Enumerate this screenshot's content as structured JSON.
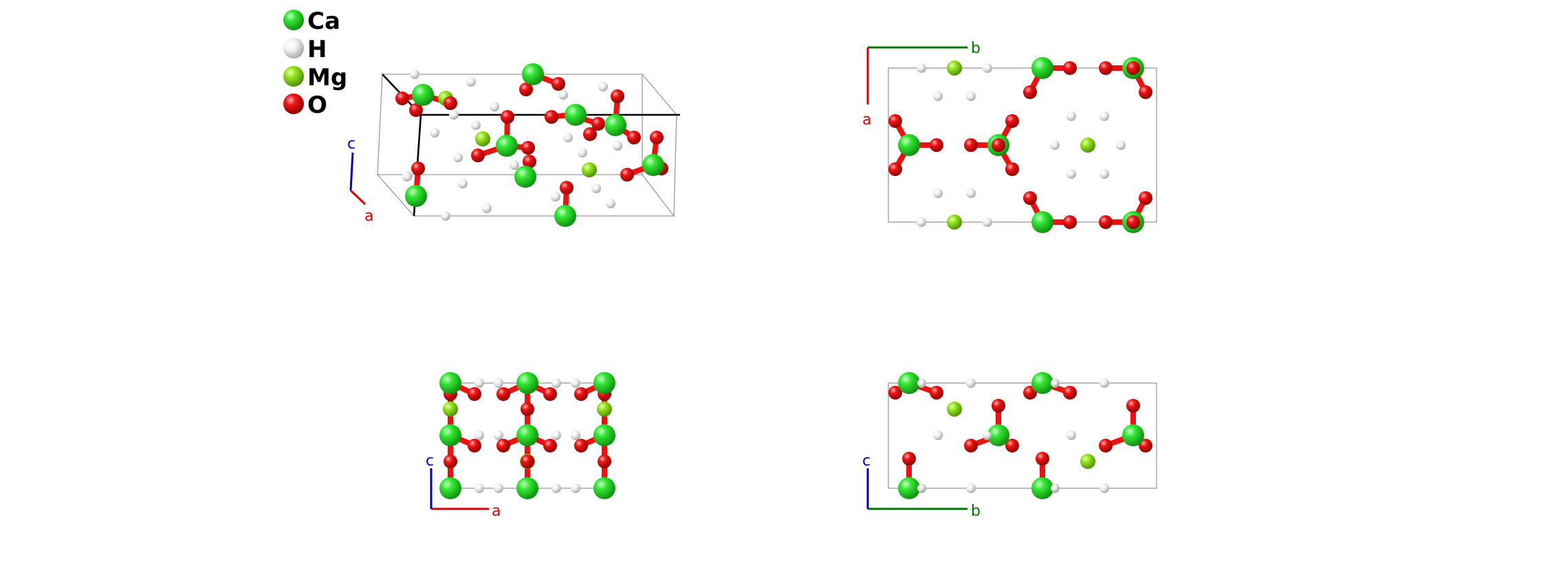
{
  "legend": {
    "items": [
      {
        "element": "Ca",
        "color": "#22dd22"
      },
      {
        "element": "H",
        "color": "#f0f0f0"
      },
      {
        "element": "Mg",
        "color": "#8ee21a"
      },
      {
        "element": "O",
        "color": "#ee1111"
      }
    ]
  },
  "axes": {
    "perspective": {
      "vertical": "c",
      "horizontal": "a"
    },
    "top_view": {
      "vertical": "a",
      "horizontal": "b"
    },
    "front_view": {
      "vertical": "c",
      "horizontal": "a"
    },
    "side_view": {
      "vertical": "c",
      "horizontal": "b"
    }
  },
  "axis_colors": {
    "a": "#dd0000",
    "b": "#007700",
    "c": "#0000cc"
  },
  "bond_color": "#ee1111"
}
